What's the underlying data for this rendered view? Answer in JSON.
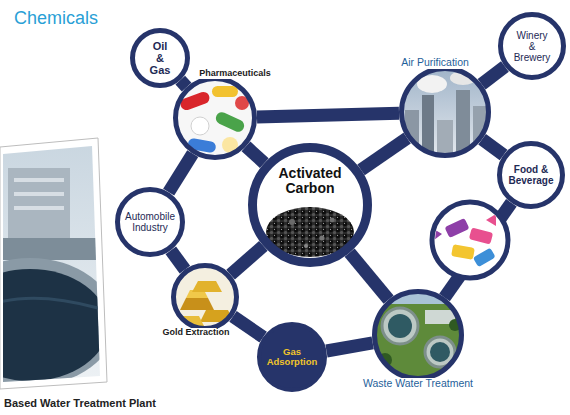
{
  "diagram": {
    "caption": "Based Water Treatment Plant",
    "nodes": [
      {
        "text": [
          "Oil & Gas"
        ]
      },
      {
        "text": [
          "Pharmaceuticals"
        ]
      },
      {
        "text": [
          "Air Purification"
        ]
      },
      {
        "text": [
          "Winery & Brewery"
        ]
      },
      {
        "text": [
          "Activated Carbon"
        ]
      },
      {
        "text": [
          "Automobile Industry"
        ]
      },
      {
        "text": [
          "Food & Beverage"
        ]
      },
      {
        "text": [
          "Gold Extraction"
        ]
      },
      {
        "text": [
          "Gas Adsorption"
        ]
      },
      {
        "text": [
          "Waste Water Treatment"
        ]
      }
    ],
    "edges": [
      {
        "from": 0,
        "to": 1,
        "arrow": "none"
      },
      {
        "from": 1,
        "to": 2,
        "arrow": "none"
      },
      {
        "from": 2,
        "to": 3,
        "arrow": "none"
      },
      {
        "from": 1,
        "to": 4,
        "arrow": "none"
      },
      {
        "from": 2,
        "to": 4,
        "arrow": "none"
      },
      {
        "from": 5,
        "to": 1,
        "arrow": "none"
      },
      {
        "from": 5,
        "to": 7,
        "arrow": "none"
      },
      {
        "from": 7,
        "to": 8,
        "arrow": "none"
      },
      {
        "from": 8,
        "to": 9,
        "arrow": "none"
      },
      {
        "from": 9,
        "to": 4,
        "arrow": "none"
      },
      {
        "from": 7,
        "to": 4,
        "arrow": "none"
      },
      {
        "from": 2,
        "to": 6,
        "arrow": "none"
      },
      {
        "from": 6,
        "to": 9,
        "arrow": "none"
      }
    ],
    "labels": [
      "Chemicals"
    ]
  }
}
